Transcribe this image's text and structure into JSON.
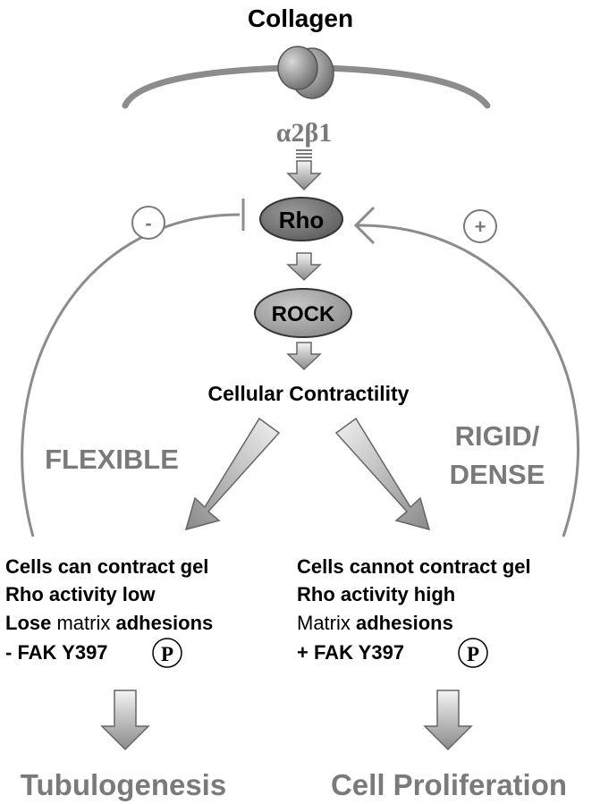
{
  "title": "Collagen",
  "receptor": "α2β1",
  "nodes": {
    "rho": "Rho",
    "rock": "ROCK",
    "contractility": "Cellular Contractility"
  },
  "feedback": {
    "negative_sign": "-",
    "positive_sign": "+"
  },
  "conditions": {
    "flexible": "FLEXIBLE",
    "rigid_line1": "RIGID/",
    "rigid_line2": "DENSE"
  },
  "left_outcome": {
    "line1": "Cells can contract gel",
    "line2": "Rho activity low",
    "line3_prefix": "Lose ",
    "line3_mid": "matrix ",
    "line3_suffix": "adhesions",
    "line4": "- FAK Y397",
    "phospho": "P",
    "result": "Tubulogenesis"
  },
  "right_outcome": {
    "line1": "Cells cannot contract gel",
    "line2": "Rho activity high",
    "line3_prefix": "Matrix ",
    "line3_suffix": "adhesions",
    "line4": "+ FAK Y397",
    "phospho": "P",
    "result": "Cell Proliferation"
  },
  "colors": {
    "text_dark": "#000000",
    "text_gray": "#7a7a7a",
    "line_gray": "#8c8c8c",
    "rho_fill": "#7d7d7d",
    "rock_fill": "#a9a9a9"
  }
}
